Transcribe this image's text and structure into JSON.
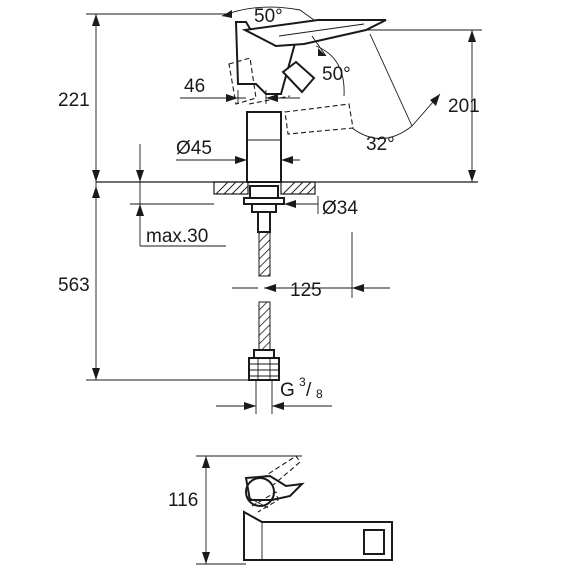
{
  "dimensions": {
    "height_overall": "221",
    "handle_angle_top": "50°",
    "lever_offset": "46",
    "lever_angle": "50°",
    "spout_height": "201",
    "spout_angle": "32°",
    "body_diameter": "Ø45",
    "hole_diameter": "Ø34",
    "max_thickness": "max.30",
    "hose_length": "563",
    "spout_reach": "125",
    "thread_prefix": "G",
    "thread_num": "3",
    "thread_den": "8",
    "top_view_depth": "116"
  }
}
